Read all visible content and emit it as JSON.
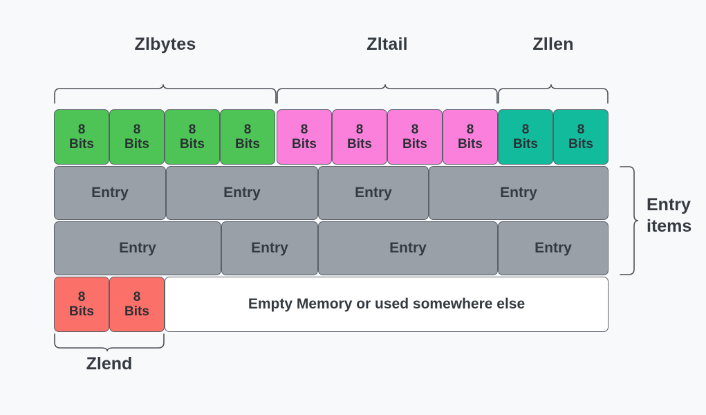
{
  "diagram": {
    "title_sections": [
      {
        "id": "zlbytes",
        "label": "Zlbytes"
      },
      {
        "id": "zltail",
        "label": "Zltail"
      },
      {
        "id": "zllen",
        "label": "Zllen"
      }
    ],
    "side_label": {
      "line1": "Entry",
      "line2": "items"
    },
    "bottom_label": {
      "label": "Zlend"
    },
    "colors": {
      "background": "#f8f9fb",
      "green": "#4dc455",
      "pink": "#fb80db",
      "teal": "#13bb9d",
      "red": "#fb7069",
      "gray": "#9aa0a8",
      "white": "#ffffff",
      "border": "#5a6068",
      "text": "#343a40"
    },
    "bits_row": {
      "cells": [
        {
          "num": "8",
          "unit": "Bits",
          "group": "zlbytes",
          "color": "#4dc455"
        },
        {
          "num": "8",
          "unit": "Bits",
          "group": "zlbytes",
          "color": "#4dc455"
        },
        {
          "num": "8",
          "unit": "Bits",
          "group": "zlbytes",
          "color": "#4dc455"
        },
        {
          "num": "8",
          "unit": "Bits",
          "group": "zlbytes",
          "color": "#4dc455"
        },
        {
          "num": "8",
          "unit": "Bits",
          "group": "zltail",
          "color": "#fb80db"
        },
        {
          "num": "8",
          "unit": "Bits",
          "group": "zltail",
          "color": "#fb80db"
        },
        {
          "num": "8",
          "unit": "Bits",
          "group": "zltail",
          "color": "#fb80db"
        },
        {
          "num": "8",
          "unit": "Bits",
          "group": "zltail",
          "color": "#fb80db"
        },
        {
          "num": "8",
          "unit": "Bits",
          "group": "zllen",
          "color": "#13bb9d"
        },
        {
          "num": "8",
          "unit": "Bits",
          "group": "zllen",
          "color": "#13bb9d"
        }
      ]
    },
    "entry_rows": [
      {
        "cells": [
          {
            "label": "Entry"
          },
          {
            "label": "Entry"
          },
          {
            "label": "Entry"
          },
          {
            "label": "Entry"
          }
        ]
      },
      {
        "cells": [
          {
            "label": "Entry"
          },
          {
            "label": "Entry"
          },
          {
            "label": "Entry"
          },
          {
            "label": "Entry"
          }
        ]
      }
    ],
    "bottom_row": {
      "cells": [
        {
          "num": "8",
          "unit": "Bits",
          "color": "#fb7069"
        },
        {
          "num": "8",
          "unit": "Bits",
          "color": "#fb7069"
        }
      ],
      "empty_label": "Empty Memory or used somewhere else"
    }
  }
}
